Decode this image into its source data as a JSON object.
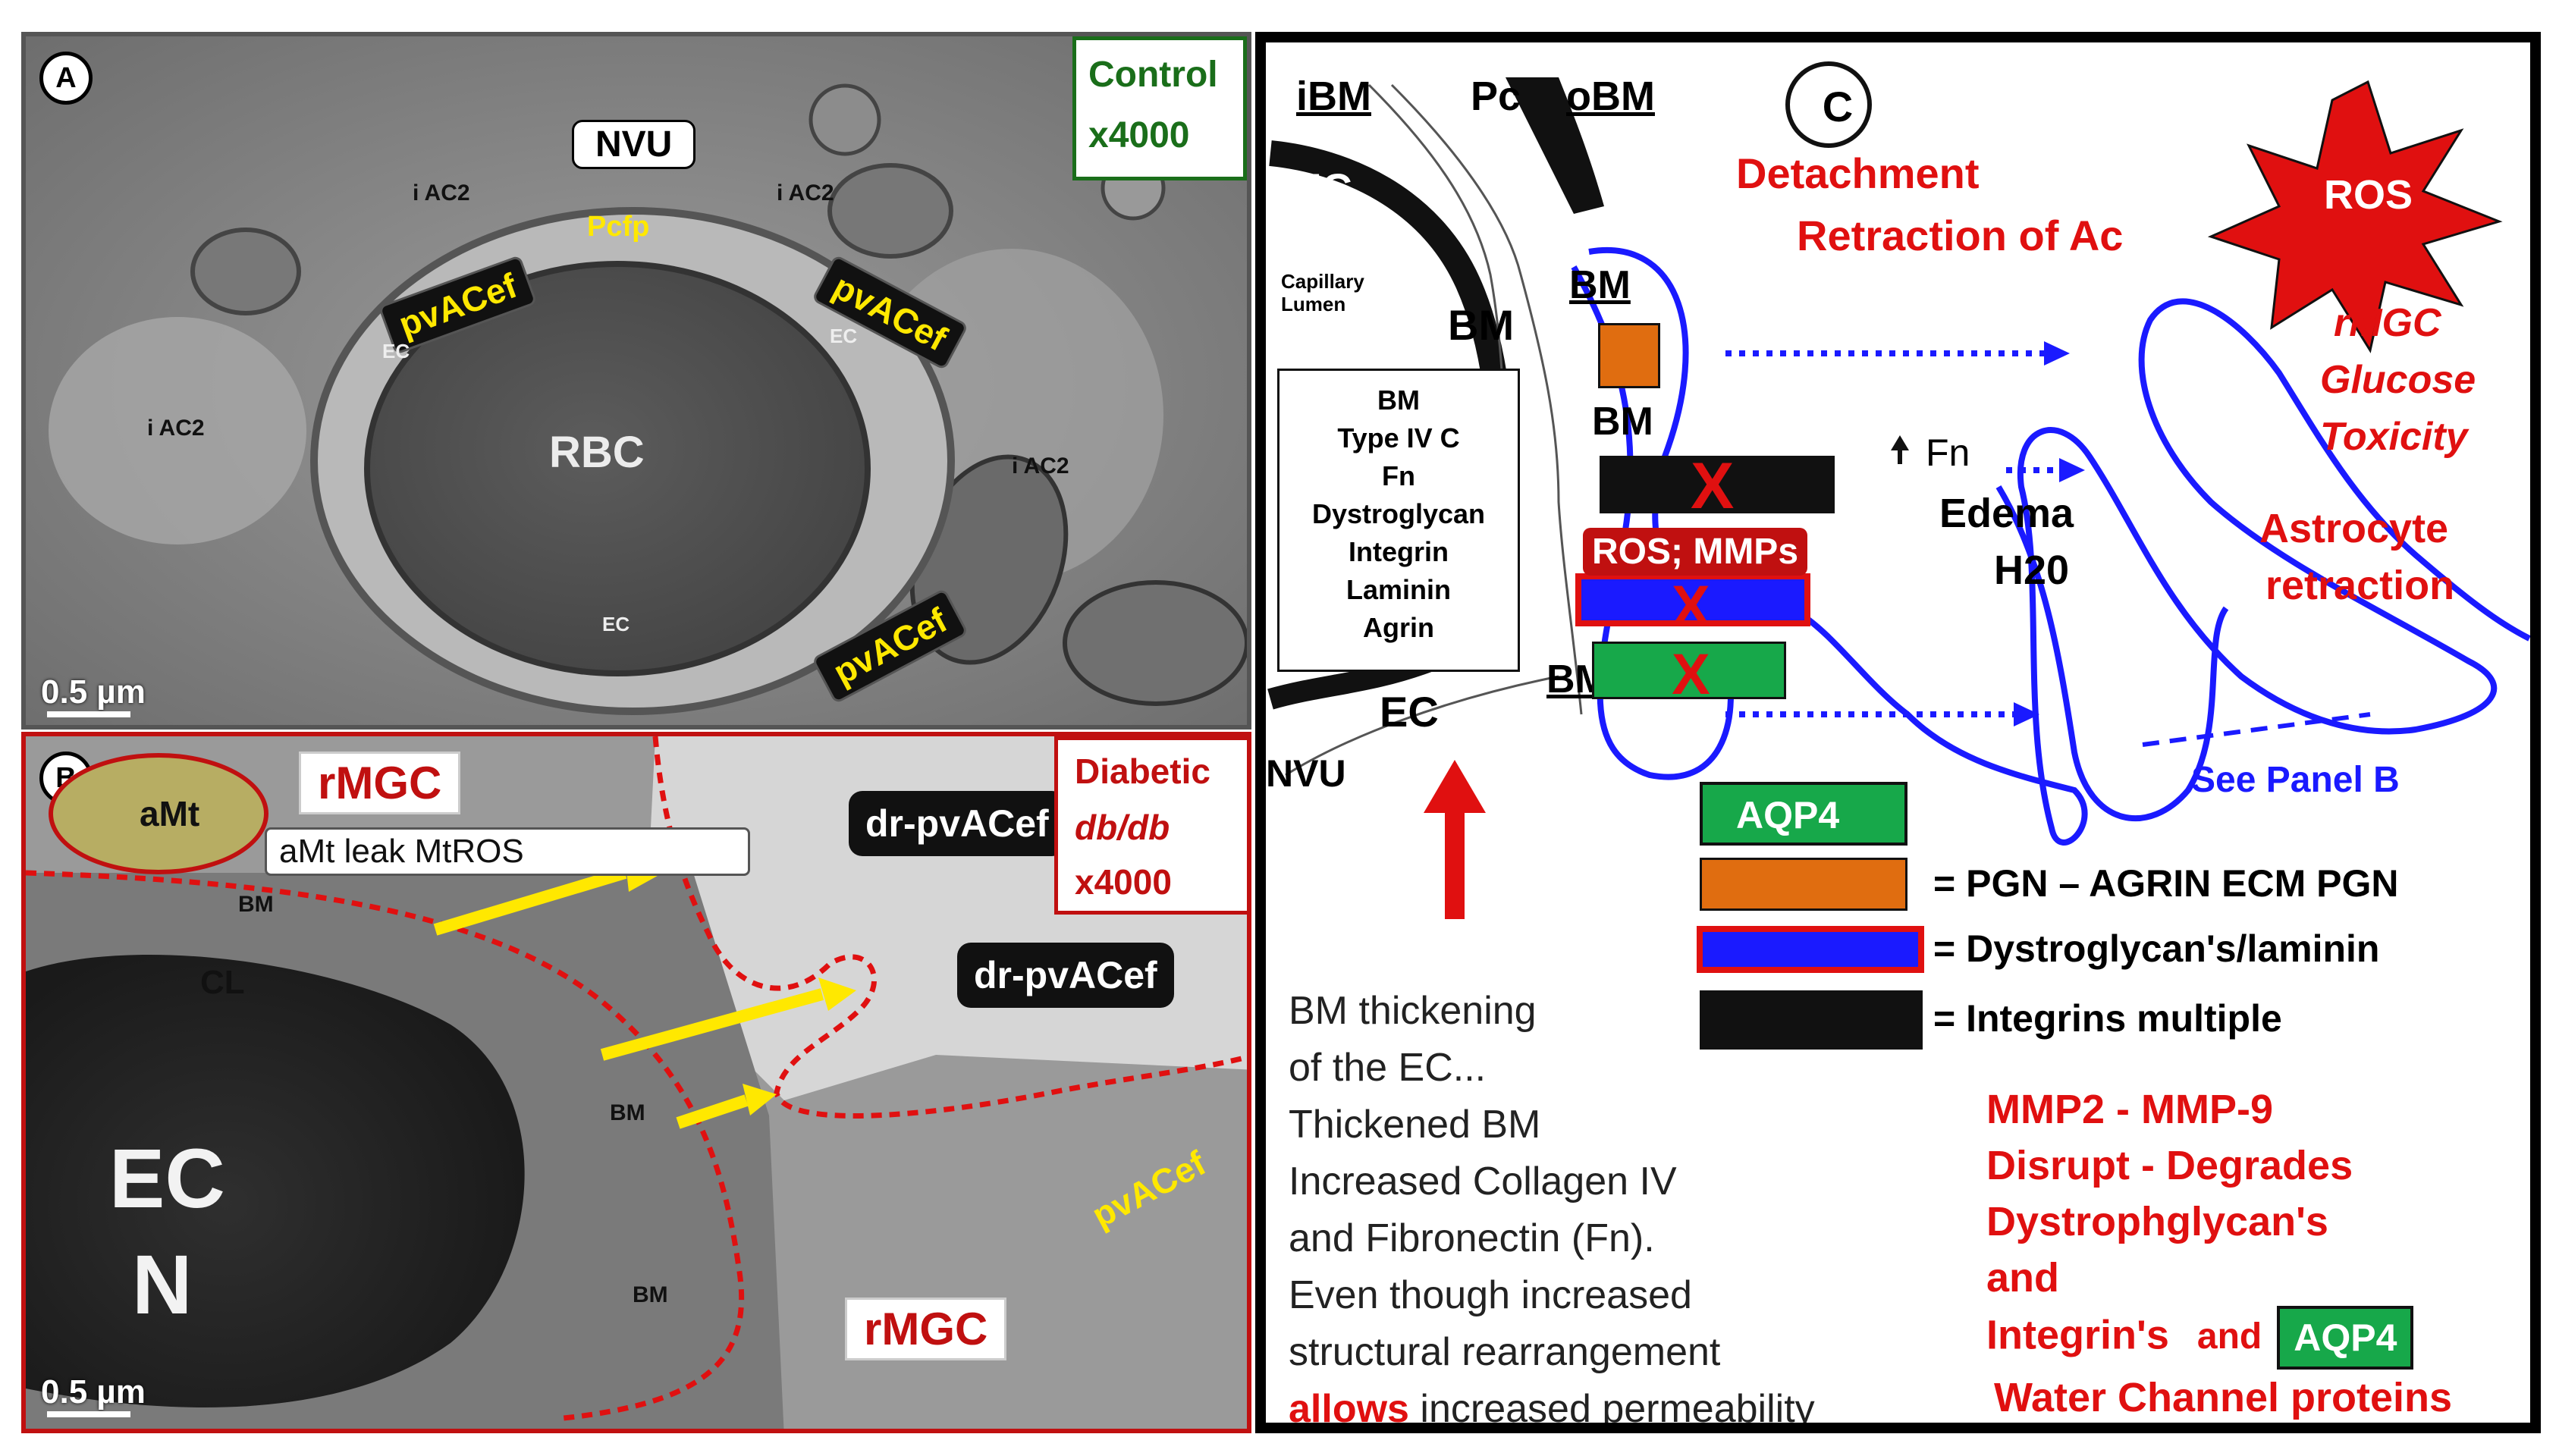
{
  "panel_a": {
    "letter": "A",
    "nvu": "NVU",
    "control_title": "Control",
    "magnification": "x4000",
    "pcfp": "Pcfp",
    "pvacef": "pvACef",
    "iac2": "i AC2",
    "ec": "EC",
    "rbc": "RBC",
    "scale": "0.5 µm"
  },
  "panel_b": {
    "letter": "B",
    "ramgc": "rMGC",
    "amt": "aMt",
    "amt_leak": "aMt leak MtROS",
    "dr_pvacef": "dr-pvACef",
    "diabetic_title": "Diabetic",
    "diabetic_model": "db/db",
    "magnification": "x4000",
    "bm": "BM",
    "cl": "CL",
    "ec": "EC",
    "n": "N",
    "pvacef": "pvACef",
    "scale": "0.5 µm"
  },
  "panel_c": {
    "letter": "C",
    "ibm": "iBM",
    "pc": "Pc",
    "obm": "oBM",
    "ec": "EC",
    "capillary_lumen": "Capillary Lumen",
    "bm": "BM",
    "nvu": "NVU",
    "detachment_line1": "Detachment",
    "detachment_line2": "Retraction of Ac",
    "ros": "ROS",
    "rmgc_line1": "rMGC",
    "rmgc_line2": "Glucose",
    "rmgc_line3": "Toxicity",
    "astrocyte_line1": "Astrocyte",
    "astrocyte_line2": "retraction",
    "fn": "Fn",
    "edema_line1": "Edema",
    "edema_line2": "H20",
    "ros_mmps": "ROS; MMPs",
    "x_mark": "X",
    "see_panel_b": "See Panel B",
    "bm_box_lines": [
      "BM",
      "Type IV C",
      "Fn",
      "Dystroglycan",
      "Integrin",
      "Laminin",
      "Agrin"
    ],
    "legend_aqp4": "AQP4",
    "legend_pgn": "= PGN – AGRIN  ECM PGN",
    "legend_dystro": "= Dystroglycan's/laminin",
    "legend_integrins": "= Integrins multiple",
    "thickening_lines": [
      "BM thickening",
      "of the EC...",
      "Thickened BM",
      "Increased Collagen IV",
      "and Fibronectin (Fn).",
      "Even though increased",
      "structural rearrangement"
    ],
    "allows_word": "allows",
    "allows_rest": " increased permeability",
    "mmp_line1": "MMP2 - MMP-9",
    "mmp_line2": "Disrupt - Degrades",
    "mmp_line3": "Dystrophglycan's",
    "mmp_line4": "and",
    "mmp_line5": "Integrin's",
    "mmp_and": "and",
    "mmp_aqp4": "AQP4",
    "mmp_line6": "Water Channel proteins"
  },
  "colors": {
    "control_green": "#1a6e1a",
    "diabetic_red": "#c01010",
    "text_red": "#e01010",
    "blue": "#1a1aff",
    "orange": "#e06d10",
    "aqp4_green": "#17a84a",
    "yellow": "#ffe800"
  }
}
